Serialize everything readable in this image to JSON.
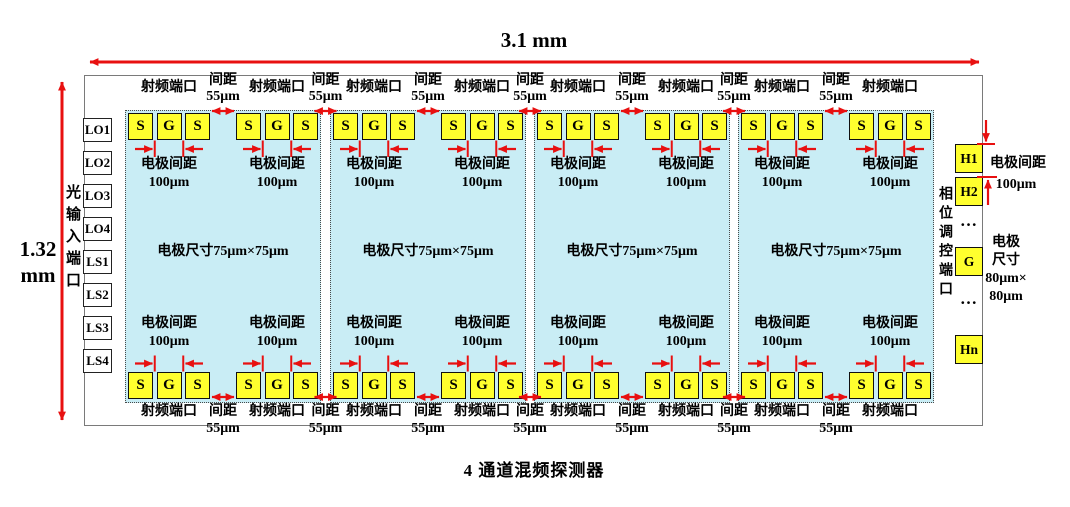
{
  "caption": "4 通道混频探测器",
  "dimensions": {
    "width_label": "3.1 mm",
    "height_value": "1.32",
    "height_unit": "mm"
  },
  "left_panel": {
    "optical_input_label": "光输入端口",
    "ports": [
      "LO1",
      "LO2",
      "LO3",
      "LO4",
      "LS1",
      "LS2",
      "LS3",
      "LS4"
    ]
  },
  "labels": {
    "rf_port": "射频端口",
    "pitch": "间距",
    "pitch_value": "55μm",
    "electrode_pitch": "电极间距",
    "electrode_pitch_value": "100μm",
    "electrode_size": "电极尺寸75μm×75μm"
  },
  "electrode_pads": [
    "S",
    "G",
    "S"
  ],
  "channel_count": 4,
  "right_panel": {
    "phase_control_label": "相位调控端口",
    "pads": [
      {
        "label": "H1",
        "type": "pad"
      },
      {
        "label": "H2",
        "type": "pad"
      },
      {
        "label": "…",
        "type": "dots"
      },
      {
        "label": "G",
        "type": "pad"
      },
      {
        "label": "…",
        "type": "dots"
      },
      {
        "label": "Hn",
        "type": "pad"
      }
    ],
    "electrode_pitch": "电极间距",
    "electrode_pitch_value": "100μm",
    "electrode_size_lines": [
      "电极",
      "尺寸",
      "80μm×",
      "80μm"
    ]
  },
  "colors": {
    "accent_red": "#e81010",
    "pad_yellow": "#ffff2e",
    "channel_fill": "#c9edf5",
    "border_gray": "#7a7a7a"
  }
}
